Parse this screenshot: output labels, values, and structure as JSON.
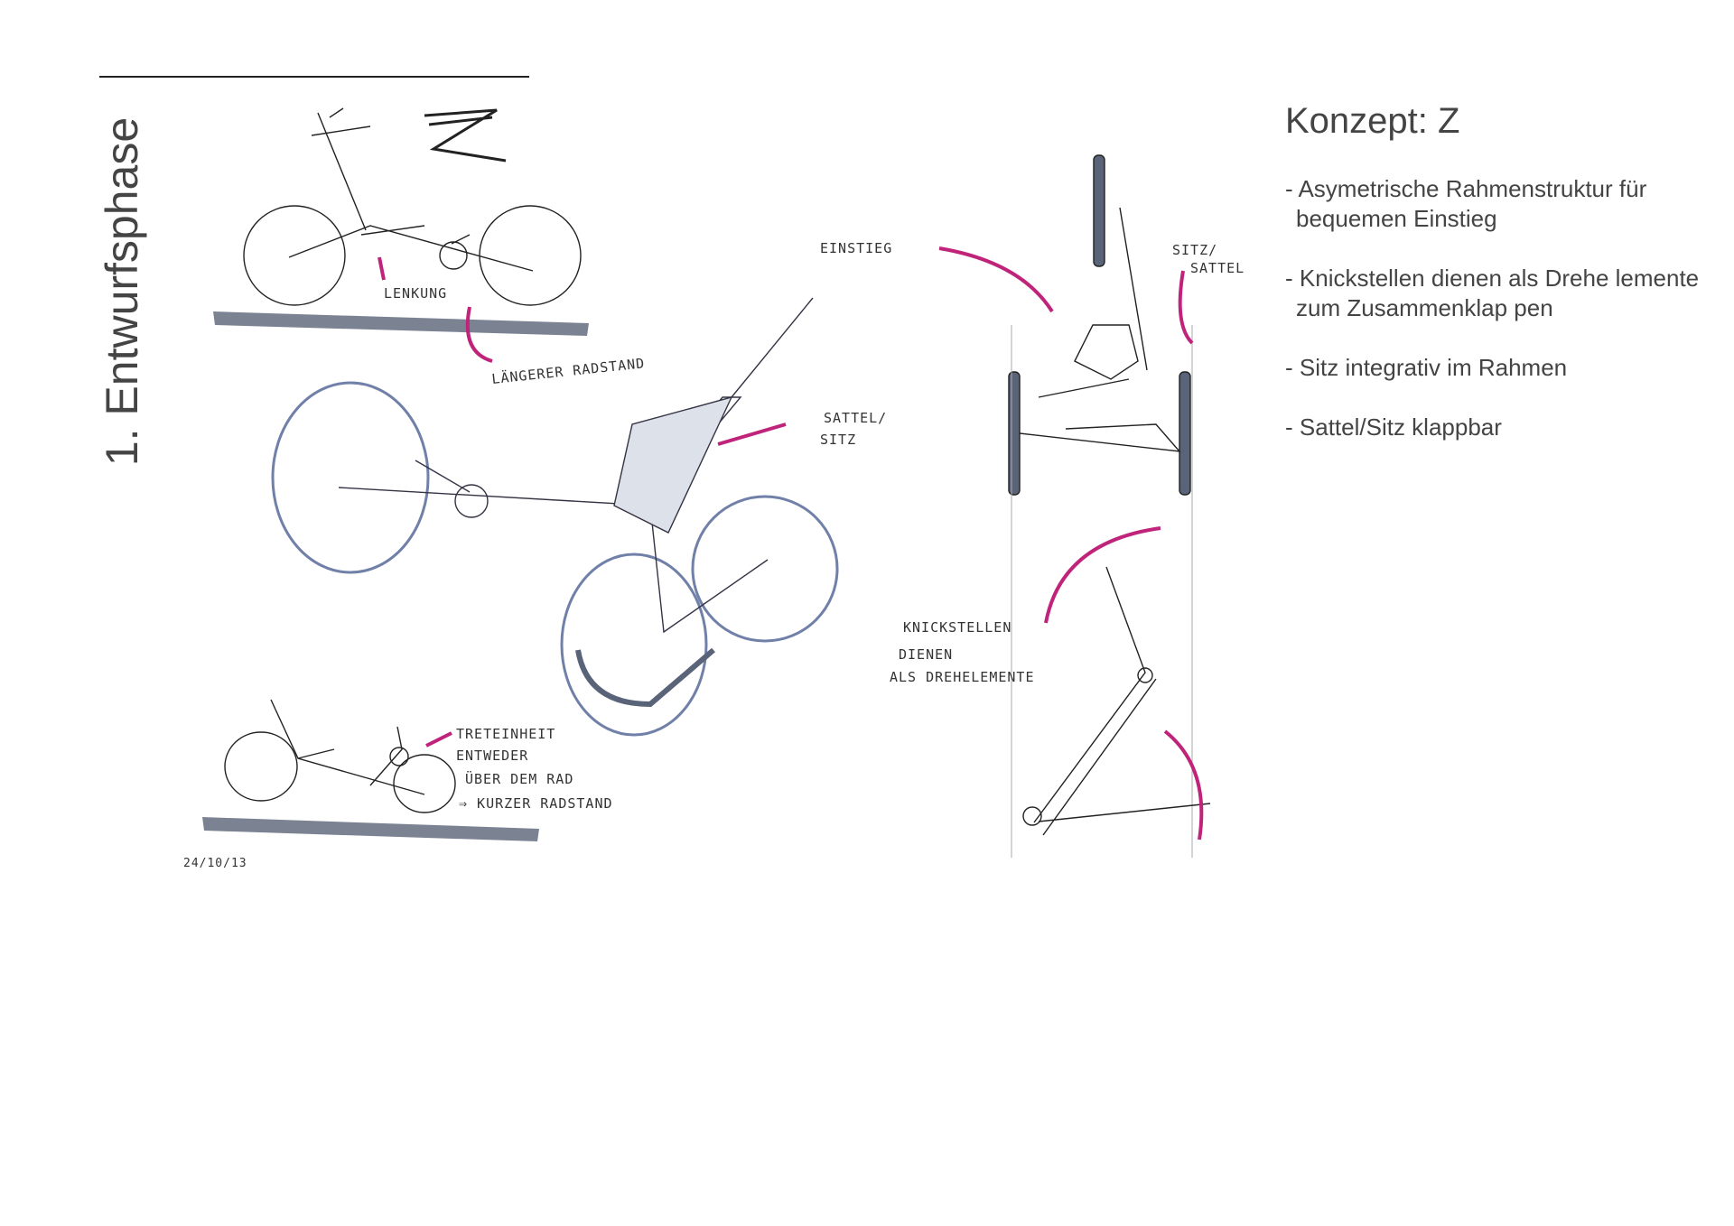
{
  "page": {
    "section_title": "1. Entwurfsphase",
    "concept": {
      "title": "Konzept: Z",
      "bullets": [
        "Asymetrische Rahmenstruktur für bequemen Einstieg",
        "Knickstellen dienen als Drehe lemente zum Zusammenklap pen",
        "Sitz integrativ im Rahmen",
        "Sattel/Sitz klappbar"
      ]
    },
    "sketch_labels": {
      "lenkung": "LENKUNG",
      "laengerer_radstand": "LÄNGERER RADSTAND",
      "sattel_sitz": [
        "SATTEL/",
        "SITZ"
      ],
      "einstieg": "EINSTIEG",
      "sitz_sattel": [
        "SITZ/",
        "SATTEL"
      ],
      "knickstellen": [
        "KNICKSTELLEN",
        "DIENEN",
        "ALS DREHELEMENTE"
      ],
      "treteinheit": [
        "TRETEINHEIT",
        "ENTWEDER",
        "ÜBER DEM RAD",
        "⇒ KURZER RADSTAND"
      ],
      "date": "24/10/13",
      "logo_letter": "Z"
    },
    "colors": {
      "accent": "#c0247a",
      "ink": "#222222",
      "shade": "#5a6478"
    }
  }
}
